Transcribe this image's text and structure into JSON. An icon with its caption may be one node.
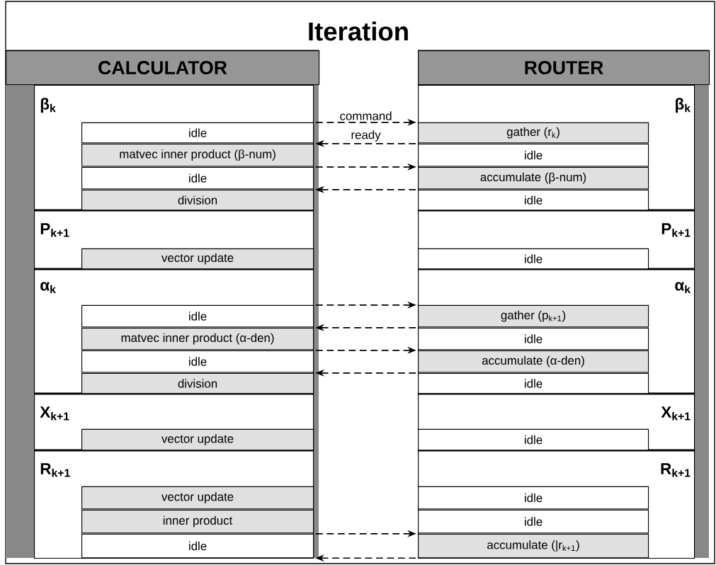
{
  "diagram": {
    "nodes": [
      {
        "text": [
          "Iteration"
        ]
      },
      {
        "text": [
          "CALCULATOR"
        ],
        "in": 0
      },
      {
        "text": [
          "β$_{k}$"
        ],
        "in": 1
      },
      {
        "text": [
          "idle"
        ],
        "in": 2
      },
      {
        "text": [
          "matvec inner product  (β-num)"
        ],
        "in": 2
      },
      {
        "text": [
          "idle"
        ],
        "in": 2
      },
      {
        "text": [
          "division"
        ],
        "in": 2
      },
      {
        "text": [
          "P$_{k+1}$"
        ],
        "in": 1
      },
      {
        "text": [
          "vector update"
        ],
        "in": 7
      },
      {
        "text": [
          "α$_{k}$"
        ],
        "in": 1
      },
      {
        "text": [
          "idle"
        ],
        "in": 9
      },
      {
        "text": [
          "matvec inner product  (α-den)"
        ],
        "in": 9
      },
      {
        "text": [
          "idle"
        ],
        "in": 9
      },
      {
        "text": [
          "division"
        ],
        "in": 9
      },
      {
        "text": [
          "X$_{k+1}$"
        ],
        "in": 1
      },
      {
        "text": [
          "vector update"
        ],
        "in": 14
      },
      {
        "text": [
          "R$_{k+1}$"
        ],
        "in": 1
      },
      {
        "text": [
          "vector update"
        ],
        "in": 16
      },
      {
        "text": [
          "inner product"
        ],
        "in": 16
      },
      {
        "text": [
          "idle"
        ],
        "in": 16
      },
      {
        "text": [
          "ROUTER"
        ],
        "in": 0
      },
      {
        "text": [
          "β$_{k}$"
        ],
        "in": 20
      },
      {
        "text": [
          "gather  (r$_{k}$)"
        ],
        "in": 21
      },
      {
        "text": [
          "idle"
        ],
        "in": 21
      },
      {
        "text": [
          "accumulate (β-num)"
        ],
        "in": 21
      },
      {
        "text": [
          "idle"
        ],
        "in": 21
      },
      {
        "text": [
          "P$_{k+1}$"
        ],
        "in": 20
      },
      {
        "text": [
          "idle"
        ],
        "in": 26
      },
      {
        "text": [
          "α$_{k}$"
        ],
        "in": 20
      },
      {
        "text": [
          "gather  (p$_{k+1}$)"
        ],
        "in": 28
      },
      {
        "text": [
          "idle"
        ],
        "in": 28
      },
      {
        "text": [
          "accumulate  (α-den)"
        ],
        "in": 28
      },
      {
        "text": [
          "idle"
        ],
        "in": 28
      },
      {
        "text": [
          "X$_{k+1}$"
        ],
        "in": 20
      },
      {
        "text": [
          "idle"
        ],
        "in": 33
      },
      {
        "text": [
          "R$_{k+1}$"
        ],
        "in": 20
      },
      {
        "text": [
          "idle"
        ],
        "in": 35
      },
      {
        "text": [
          "idle"
        ],
        "in": 35
      },
      {
        "text": [
          "accumulate (|r$_{k+1}$)"
        ],
        "in": 35
      }
    ],
    "edges": [
      {
        "from": 3,
        "to": 22,
        "arrow": "to",
        "label": "command"
      },
      {
        "from": 23,
        "to": 4,
        "arrow": "to",
        "label": "ready"
      },
      {
        "from": 5,
        "to": 24,
        "arrow": "to"
      },
      {
        "from": 25,
        "to": 6,
        "arrow": "to"
      },
      {
        "from": 10,
        "to": 29,
        "arrow": "to"
      },
      {
        "from": 30,
        "to": 11,
        "arrow": "to"
      },
      {
        "from": 12,
        "to": 31,
        "arrow": "to"
      },
      {
        "from": 32,
        "to": 13,
        "arrow": "to"
      },
      {
        "from": 19,
        "to": 38,
        "arrow": "to"
      },
      {
        "from": 38,
        "to": 19,
        "arrow": "to"
      }
    ]
  }
}
